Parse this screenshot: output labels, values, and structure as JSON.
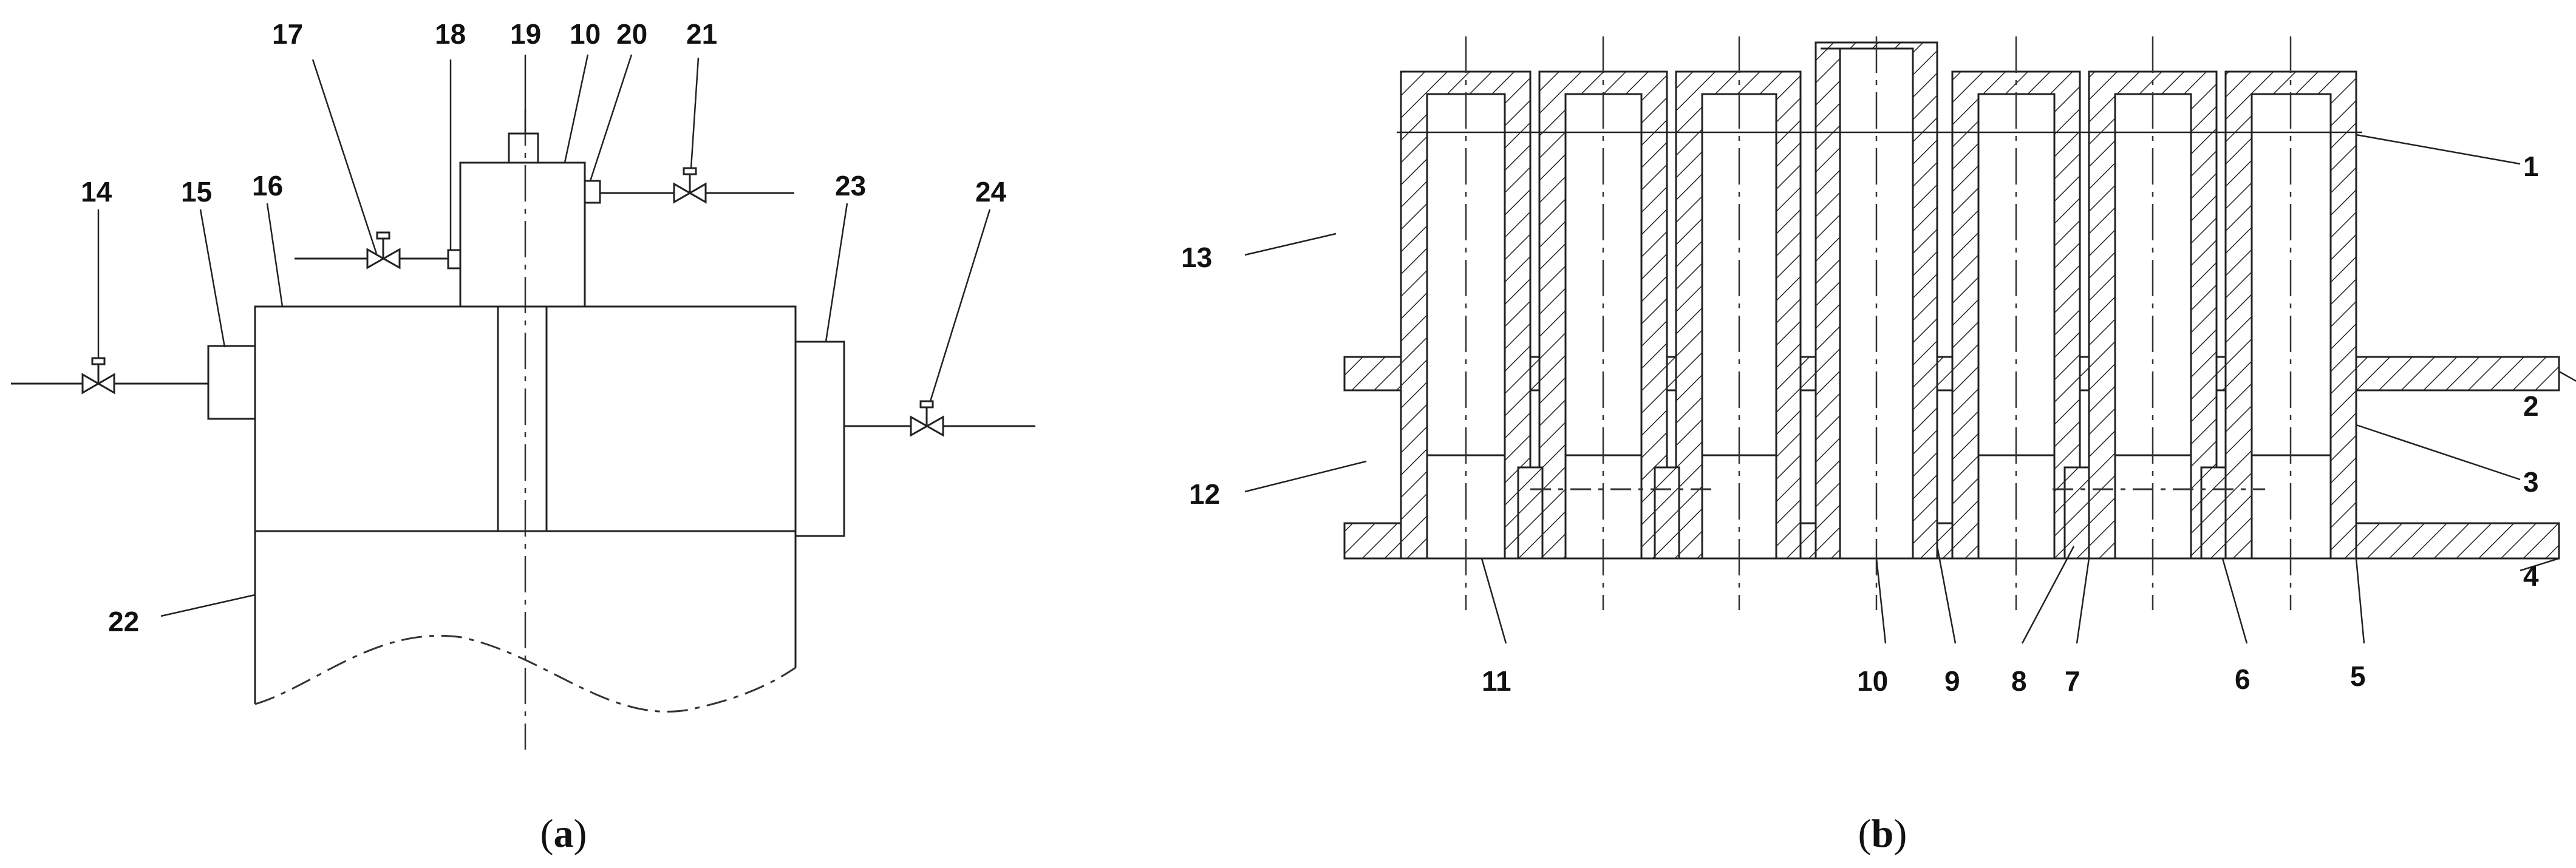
{
  "figure": {
    "panel_a": {
      "caption": {
        "open": "(",
        "letter": "a",
        "close": ")"
      },
      "labels": [
        "14",
        "15",
        "16",
        "17",
        "18",
        "19",
        "10",
        "20",
        "21",
        "22",
        "23",
        "24"
      ]
    },
    "panel_b": {
      "caption": {
        "open": "(",
        "letter": "b",
        "close": ")"
      },
      "labels": [
        "1",
        "2",
        "3",
        "4",
        "5",
        "6",
        "7",
        "8",
        "9",
        "10",
        "11",
        "12",
        "13"
      ]
    }
  }
}
